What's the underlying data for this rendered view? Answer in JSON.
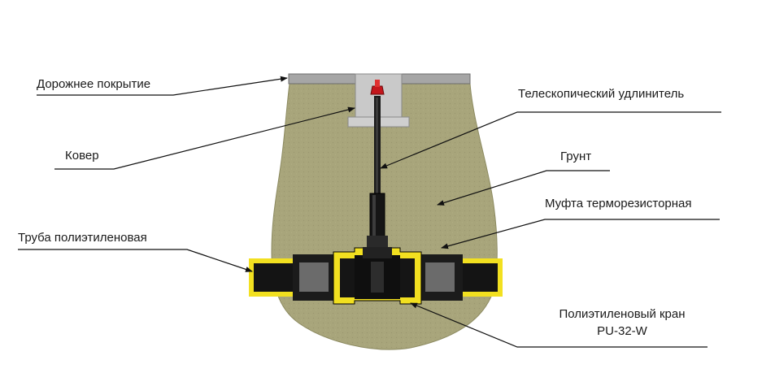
{
  "labels": {
    "road_surface": "Дорожнее покрытие",
    "cover": "Ковер",
    "extension": "Телескопический удлинитель",
    "soil": "Грунт",
    "coupling": "Муфта терморезисторная",
    "pipe": "Труба полиэтиленовая",
    "valve_line1": "Полиэтиленовый кран",
    "valve_line2": "PU-32-W"
  },
  "colors": {
    "soil": "#a8a57b",
    "soil_edge": "#8c8a60",
    "road": "#a6a6a6",
    "cover": "#c9c9c9",
    "pipe_yellow": "#f2e020",
    "pipe_black": "#141414",
    "valve_gray": "#6b6b6b",
    "leader": "#111111",
    "cap_red": "#c4161c"
  }
}
